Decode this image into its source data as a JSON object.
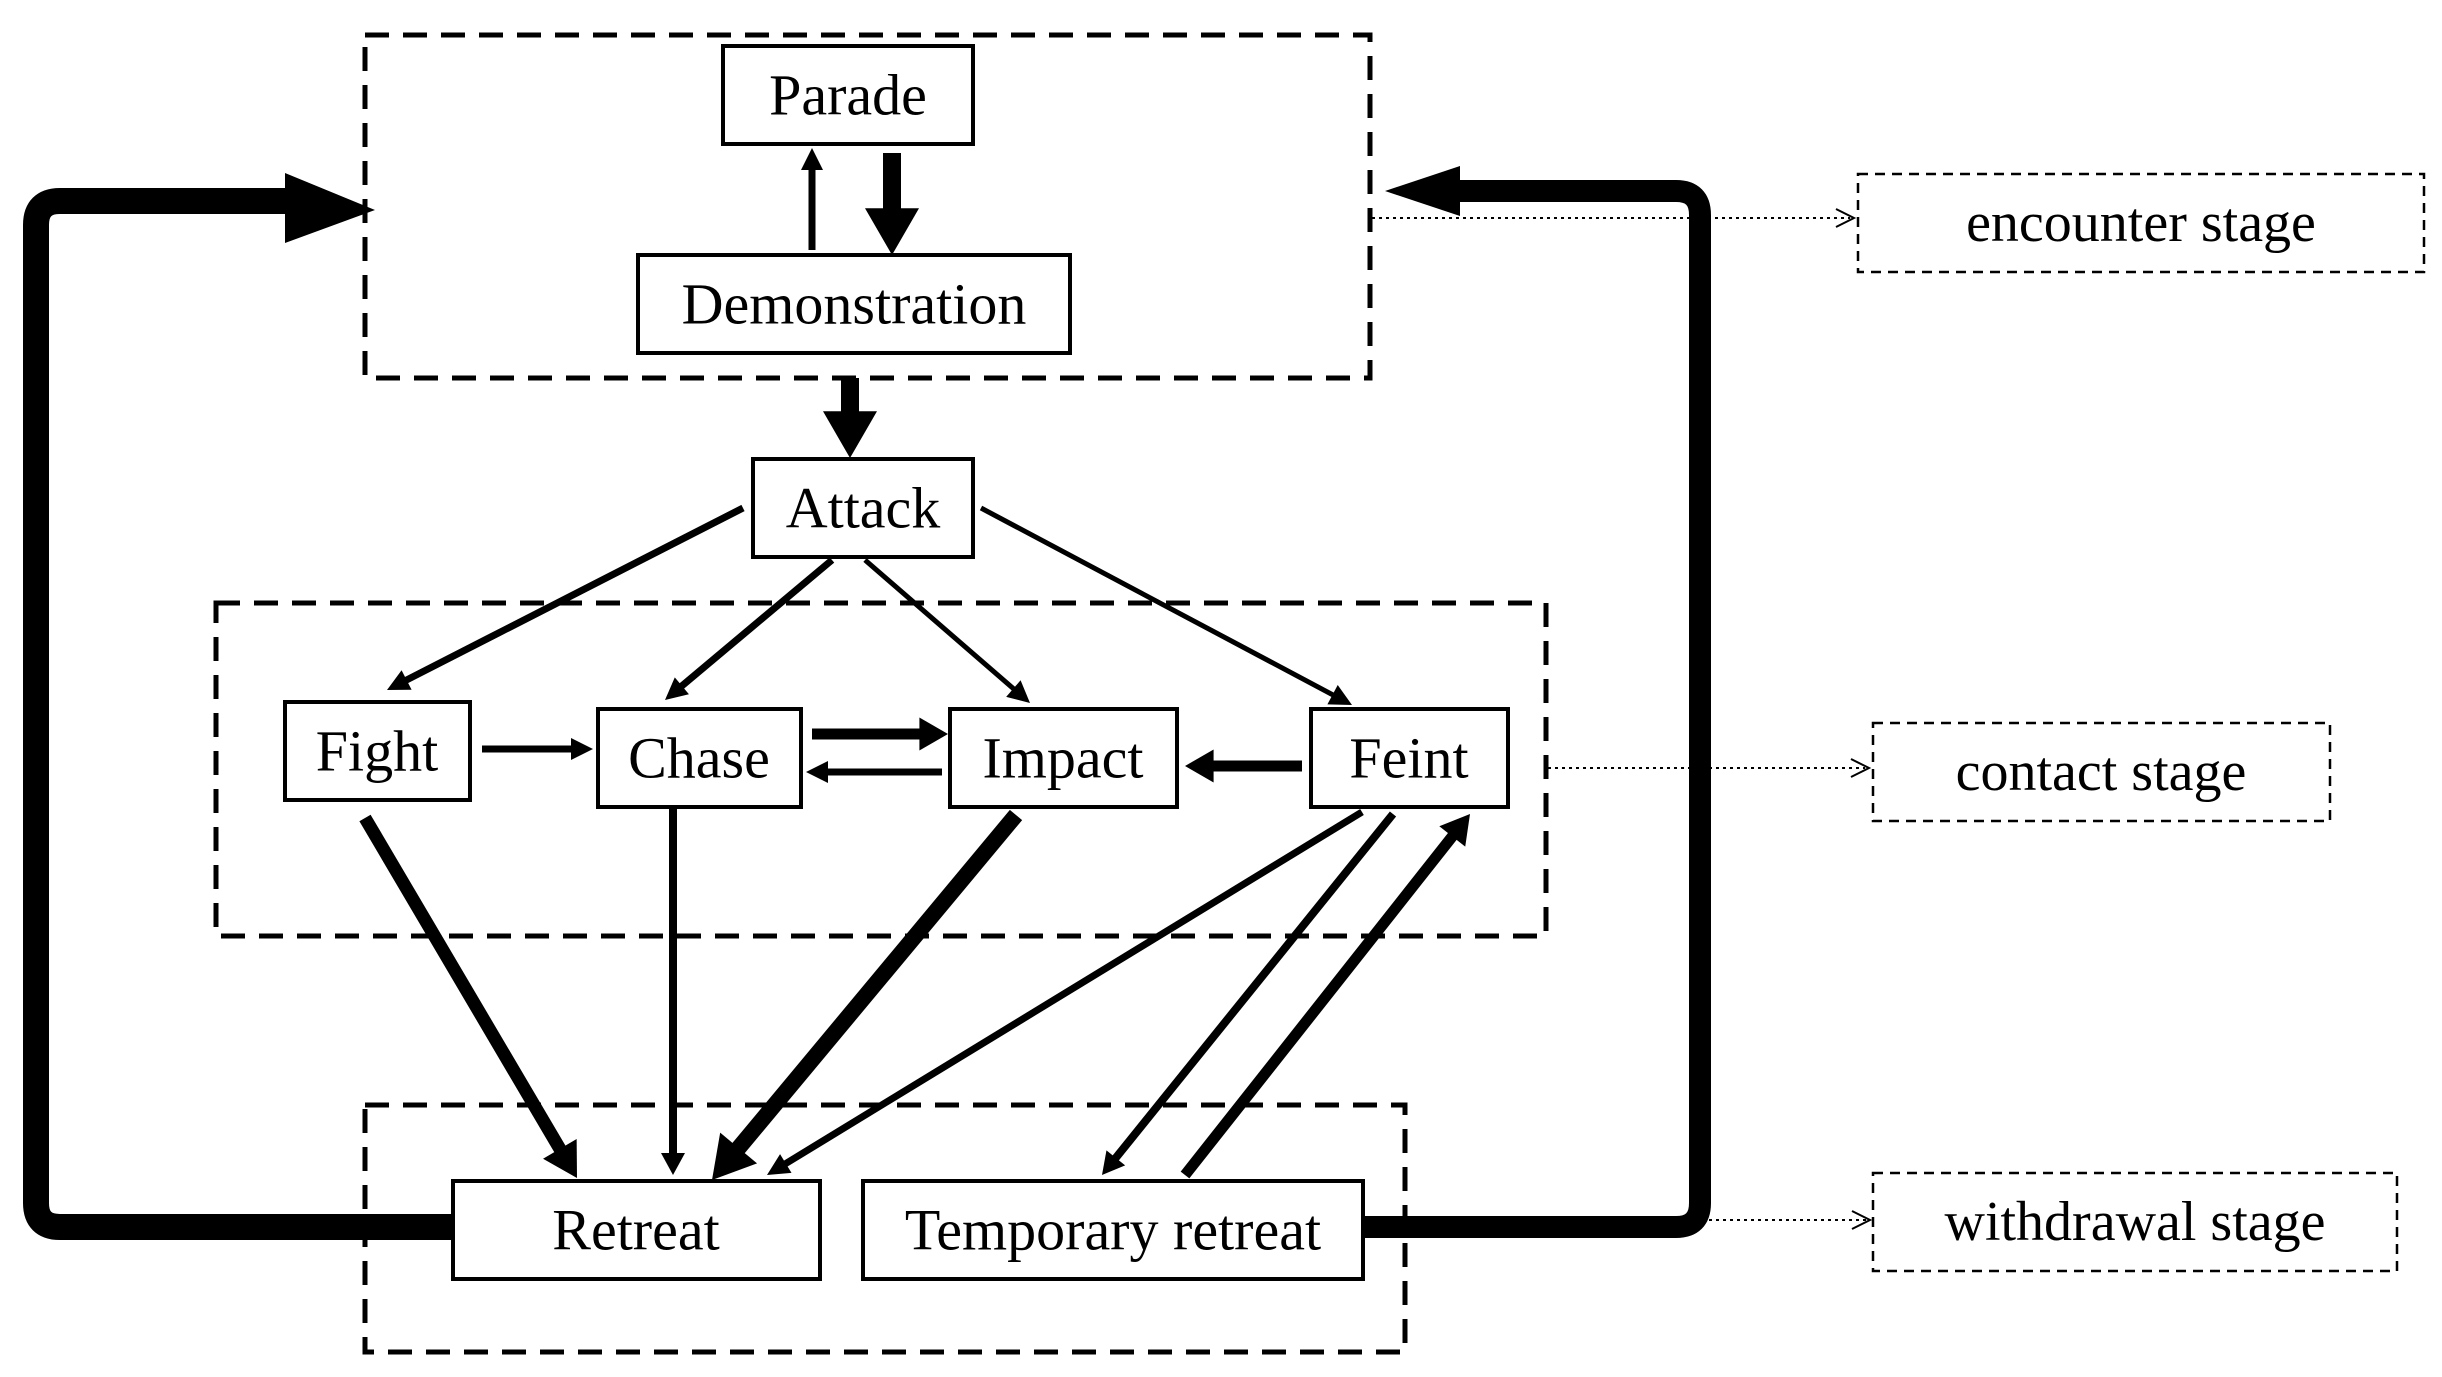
{
  "nodes": {
    "parade": "Parade",
    "demonstration": "Demonstration",
    "attack": "Attack",
    "fight": "Fight",
    "chase": "Chase",
    "impact": "Impact",
    "feint": "Feint",
    "retreat": "Retreat",
    "temporary_retreat": "Temporary retreat"
  },
  "stages": {
    "encounter": "encounter stage",
    "contact": "contact stage",
    "withdrawal": "withdrawal stage"
  },
  "colors": {
    "line": "#000000",
    "background": "#ffffff"
  }
}
